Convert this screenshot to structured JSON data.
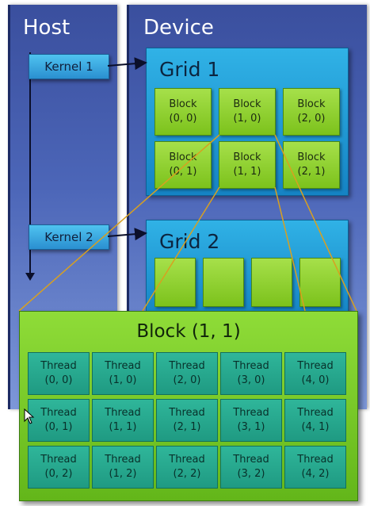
{
  "host": {
    "title": "Host"
  },
  "device": {
    "title": "Device"
  },
  "kernels": [
    {
      "label": "Kernel 1"
    },
    {
      "label": "Kernel 2"
    }
  ],
  "grids": [
    {
      "title": "Grid 1"
    },
    {
      "title": "Grid 2"
    }
  ],
  "grid1_blocks": [
    {
      "label": "Block",
      "index": "(0, 0)"
    },
    {
      "label": "Block",
      "index": "(1, 0)"
    },
    {
      "label": "Block",
      "index": "(2, 0)"
    },
    {
      "label": "Block",
      "index": "(0, 1)"
    },
    {
      "label": "Block",
      "index": "(1, 1)"
    },
    {
      "label": "Block",
      "index": "(2, 1)"
    }
  ],
  "block_detail": {
    "title": "Block (1, 1)",
    "threads": [
      {
        "label": "Thread",
        "index": "(0, 0)"
      },
      {
        "label": "Thread",
        "index": "(1, 0)"
      },
      {
        "label": "Thread",
        "index": "(2, 0)"
      },
      {
        "label": "Thread",
        "index": "(3, 0)"
      },
      {
        "label": "Thread",
        "index": "(4, 0)"
      },
      {
        "label": "Thread",
        "index": "(0, 1)"
      },
      {
        "label": "Thread",
        "index": "(1, 1)"
      },
      {
        "label": "Thread",
        "index": "(2, 1)"
      },
      {
        "label": "Thread",
        "index": "(3, 1)"
      },
      {
        "label": "Thread",
        "index": "(4, 1)"
      },
      {
        "label": "Thread",
        "index": "(0, 2)"
      },
      {
        "label": "Thread",
        "index": "(1, 2)"
      },
      {
        "label": "Thread",
        "index": "(2, 2)"
      },
      {
        "label": "Thread",
        "index": "(3, 2)"
      },
      {
        "label": "Thread",
        "index": "(4, 2)"
      }
    ]
  },
  "colors": {
    "panel": "#4c66b8",
    "kernel": "#2a8fd0",
    "grid": "#1583c4",
    "block": "#7cc21c",
    "thread": "#1f9a82",
    "zoom_line": "#d8a020"
  }
}
